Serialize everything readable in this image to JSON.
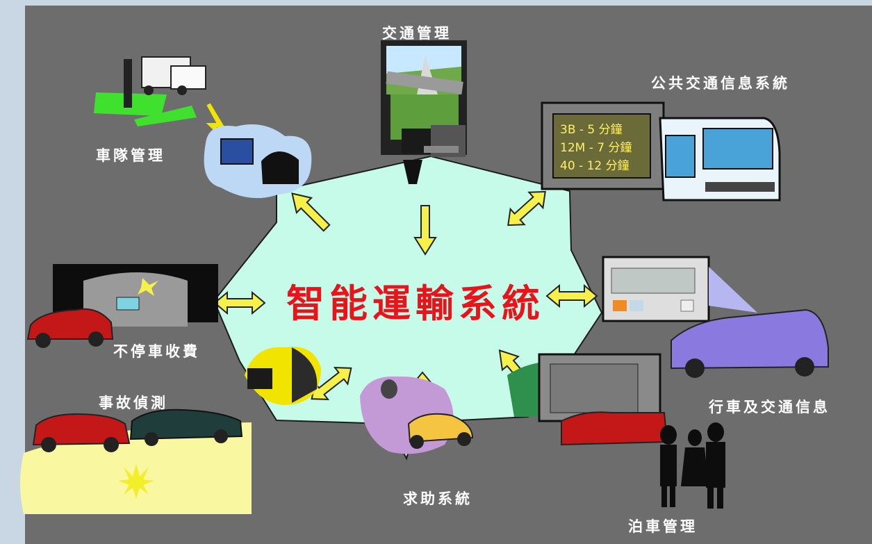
{
  "center": {
    "title": "智能運輸系統"
  },
  "nodes": {
    "traffic_management": "交通管理",
    "public_transport_info": "公共交通信息系統",
    "fleet_management": "車隊管理",
    "electronic_toll": "不停車收費",
    "incident_detection": "事故偵測",
    "emergency_assistance": "求助系統",
    "traveller_info": "行車及交通信息",
    "parking_management": "泊車管理"
  },
  "bus_display": {
    "lines": [
      "3B - 5 分鐘",
      "12M - 7 分鐘",
      "40 - 12 分鐘"
    ]
  },
  "colors": {
    "background": "#6d6d6d",
    "hub_fill": "#c6fbea",
    "arrow_fill": "#f5f04a",
    "title": "#e8141c",
    "label": "#ffffff",
    "screen_text": "#ffef6a"
  }
}
